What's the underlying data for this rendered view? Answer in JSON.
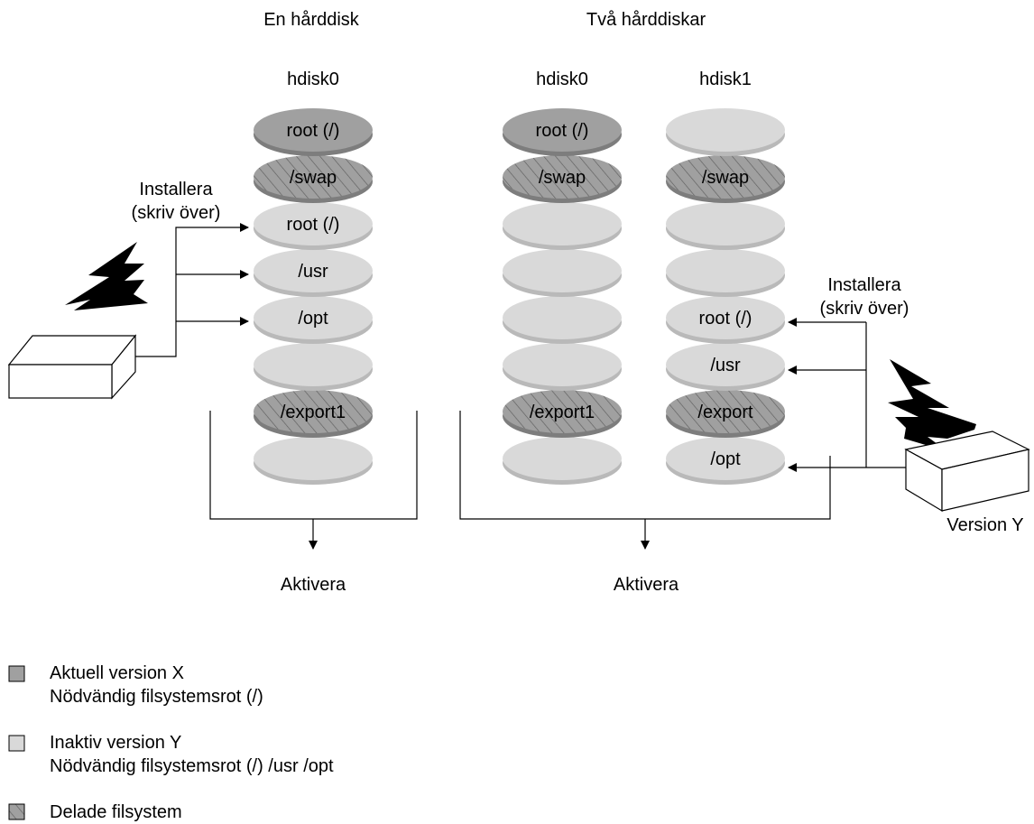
{
  "titles": {
    "left": "En hårddisk",
    "right": "Två hårddiskar"
  },
  "disks": {
    "left": {
      "name": "hdisk0",
      "slices": [
        "root (/)",
        "/swap",
        "root (/)",
        "/usr",
        "/opt",
        "",
        "/export1",
        ""
      ]
    },
    "mid": {
      "name": "hdisk0",
      "slices": [
        "root (/)",
        "/swap",
        "",
        "",
        "",
        "",
        "/export1",
        ""
      ]
    },
    "right": {
      "name": "hdisk1",
      "slices": [
        "",
        "/swap",
        "",
        "",
        "root (/)",
        "/usr",
        "/export",
        "/opt"
      ]
    }
  },
  "install_left": {
    "line1": "Installera",
    "line2": "(skriv över)"
  },
  "install_right": {
    "line1": "Installera",
    "line2": "(skriv över)"
  },
  "media_label": "Version Y",
  "activate": {
    "left": "Aktivera",
    "right": "Aktivera"
  },
  "legend": [
    {
      "line1": "Aktuell version X",
      "line2": "Nödvändig filsystemsrot (/)"
    },
    {
      "line1": "Inaktiv version Y",
      "line2": "Nödvändig filsystemsrot (/) /usr /opt"
    },
    {
      "line1": "Delade filsystem",
      "line2": ""
    }
  ],
  "colors": {
    "current": "#a0a0a0",
    "inactive": "#d9d9d9",
    "shared_hatch": "#a0a0a0"
  }
}
